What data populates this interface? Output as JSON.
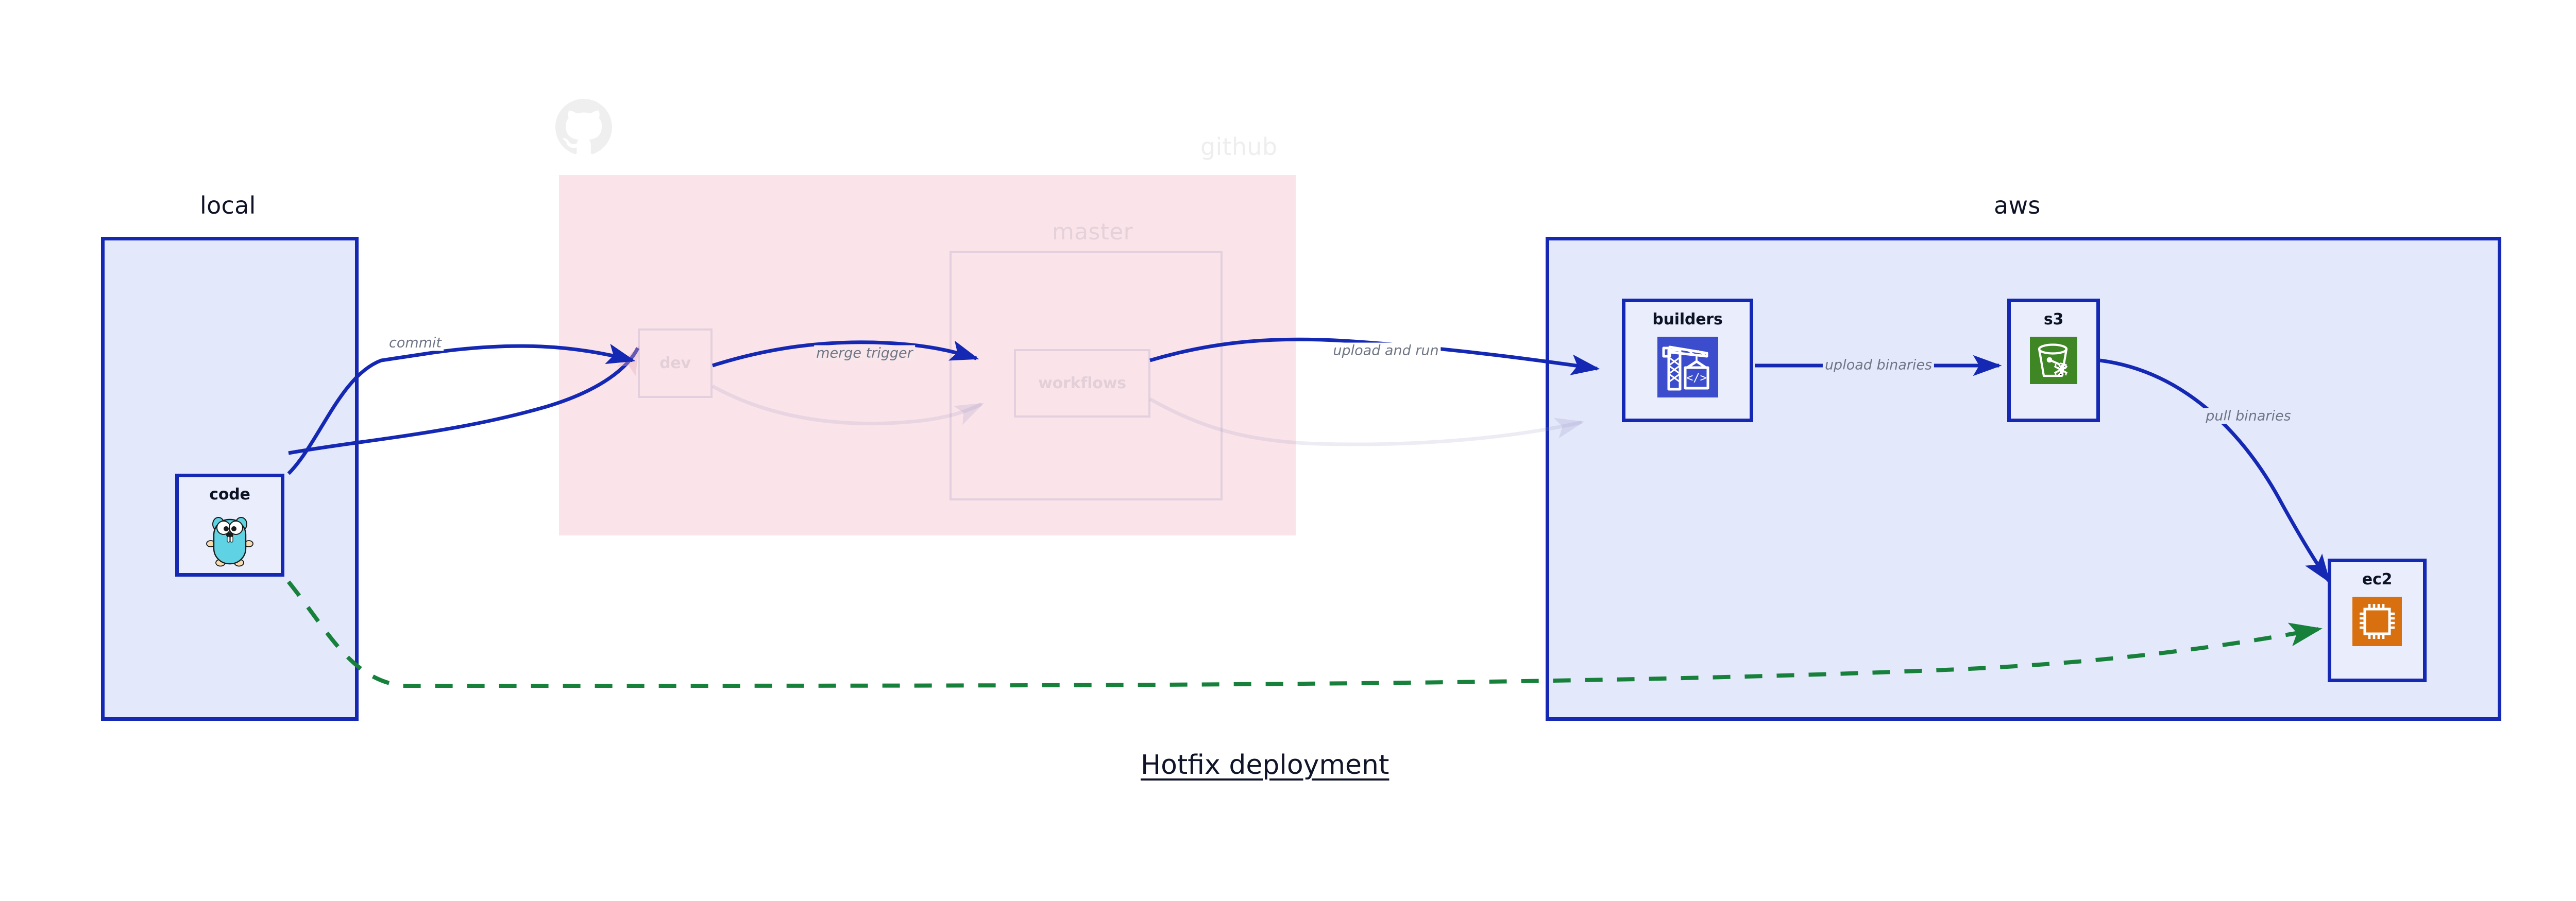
{
  "diagram": {
    "title": "Hotfix deployment",
    "colors": {
      "cluster_border": "#1428b4",
      "cluster_fill": "#e3e8fb",
      "github_fill": "#f9e1e7",
      "edge_blue": "#1428b4",
      "edge_green": "#17813c",
      "label_gray": "#6f7585",
      "codebuild_blue": "#3b4ccc",
      "s3_green": "#3f8624",
      "ec2_orange": "#d9700f",
      "gopher_cyan": "#5fd3e3"
    }
  },
  "clusters": [
    {
      "id": "local",
      "label": "local"
    },
    {
      "id": "github",
      "label": "github",
      "faded": true
    },
    {
      "id": "master",
      "label": "master",
      "faded": true
    },
    {
      "id": "aws",
      "label": "aws"
    }
  ],
  "nodes": [
    {
      "id": "code",
      "label": "code",
      "icon": "go-gopher-icon",
      "cluster": "local",
      "faded": false
    },
    {
      "id": "dev",
      "label": "dev",
      "icon": "none",
      "cluster": "github",
      "faded": true
    },
    {
      "id": "workflows",
      "label": "workflows",
      "icon": "none",
      "cluster": "master",
      "faded": true
    },
    {
      "id": "builders",
      "label": "builders",
      "icon": "aws-codebuild-icon",
      "cluster": "aws",
      "faded": false
    },
    {
      "id": "s3",
      "label": "s3",
      "icon": "aws-s3-glacier-icon",
      "cluster": "aws",
      "faded": false
    },
    {
      "id": "ec2",
      "label": "ec2",
      "icon": "aws-ec2-icon",
      "cluster": "aws",
      "faded": false
    }
  ],
  "edges": [
    {
      "id": "commit",
      "from": "code",
      "to": "dev",
      "label": "commit",
      "style": "solid",
      "color": "blue"
    },
    {
      "id": "merge-trigger",
      "from": "dev",
      "to": "workflows",
      "label": "merge trigger",
      "style": "solid",
      "color": "blue"
    },
    {
      "id": "upload-and-run",
      "from": "workflows",
      "to": "builders",
      "label": "upload and run",
      "style": "solid",
      "color": "blue"
    },
    {
      "id": "upload-binaries",
      "from": "builders",
      "to": "s3",
      "label": "upload binaries",
      "style": "solid",
      "color": "blue"
    },
    {
      "id": "pull-binaries",
      "from": "s3",
      "to": "ec2",
      "label": "pull binaries",
      "style": "solid",
      "color": "blue"
    },
    {
      "id": "hotfix-direct",
      "from": "code",
      "to": "ec2",
      "label": "",
      "style": "dashed",
      "color": "green"
    }
  ],
  "logos": [
    {
      "id": "github-octocat",
      "name": "github-octocat-icon",
      "faded": true
    }
  ]
}
